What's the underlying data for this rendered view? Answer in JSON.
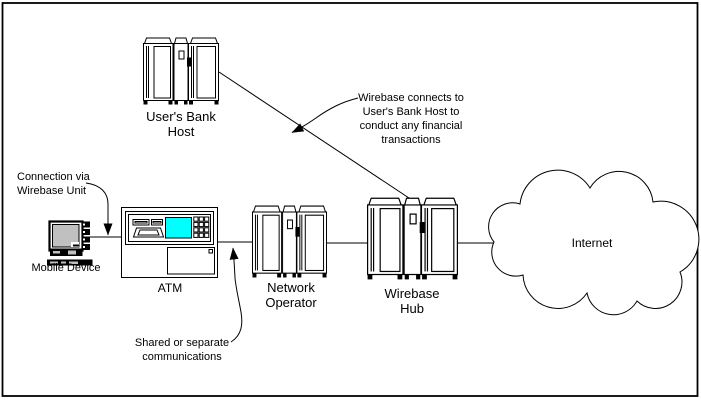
{
  "colors": {
    "line": "#000000",
    "background": "#FFFFFF",
    "atm_screen": "#00FFFF",
    "device_screen": "#C0C0C0",
    "device_body": "#000000"
  },
  "nodes": {
    "users_bank_host": {
      "label": "User's Bank\nHost",
      "icon": "mainframe-icon"
    },
    "mobile_device": {
      "label": "Mobile Device",
      "icon": "handheld-device-icon"
    },
    "atm": {
      "label": "ATM",
      "icon": "atm-machine-icon"
    },
    "network_operator": {
      "label": "Network\nOperator",
      "icon": "mainframe-icon"
    },
    "wirebase_hub": {
      "label": "Wirebase\nHub",
      "icon": "mainframe-icon"
    },
    "internet": {
      "label": "Internet",
      "icon": "cloud-icon"
    }
  },
  "annotations": {
    "connection_via": {
      "text": "Connection via\nWirebase Unit"
    },
    "wirebase_connects": {
      "text": "Wirebase connects to\nUser's Bank Host to\nconduct any financial\ntransactions"
    },
    "shared_separate": {
      "text": "Shared or separate\ncommunications"
    }
  },
  "connections": [
    {
      "from": "mobile_device",
      "to": "atm"
    },
    {
      "from": "atm",
      "to": "network_operator"
    },
    {
      "from": "network_operator",
      "to": "wirebase_hub"
    },
    {
      "from": "wirebase_hub",
      "to": "internet"
    },
    {
      "from": "users_bank_host",
      "to": "wirebase_hub"
    }
  ]
}
